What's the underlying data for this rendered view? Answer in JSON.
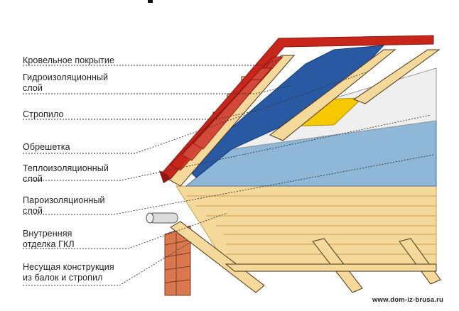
{
  "labels": {
    "roof_covering": "Кровельное покрытие",
    "waterproof": "Гидроизоляционный\nслой",
    "rafter": "Стропило",
    "battens": "Обрешетка",
    "insulation": "Теплоизоляционный\nслой",
    "vapor_barrier": "Пароизоляционный\nслой",
    "inner_finish": "Внутренняя\nотделка ГКЛ",
    "structure": "Несущая конструкция\nиз балок и стропил"
  },
  "credit": "www.dom-iz-brusa.ru",
  "colors": {
    "tile": "#c8261b",
    "tile_dark": "#8e1610",
    "wood": "#f4d99a",
    "wood_edge": "#c89f55",
    "membrane": "#2a59a3",
    "insulation": "#f5c800",
    "vapor": "#8fb8d8",
    "gkl": "#f2f2f2",
    "outline": "#4a3318"
  }
}
